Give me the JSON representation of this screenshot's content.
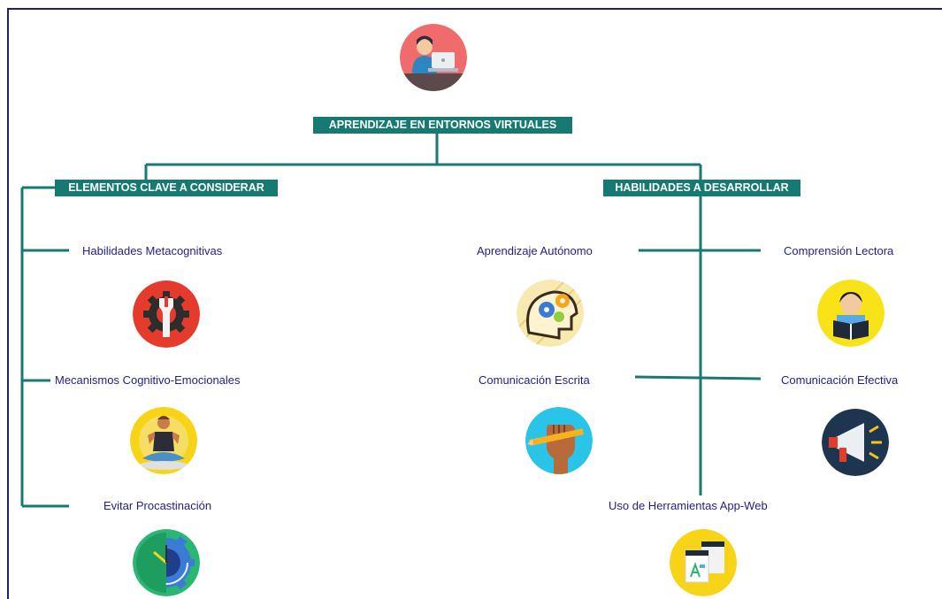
{
  "root": {
    "title": "APRENDIZAJE EN ENTORNOS VIRTUALES",
    "icon": "person-at-laptop-icon"
  },
  "left_branch": {
    "title": "ELEMENTOS CLAVE A CONSIDERAR",
    "items": [
      {
        "label": "Habilidades Metacognitivas",
        "icon": "gear-wrench-icon"
      },
      {
        "label": "Mecanismos Cognitivo-Emocionales",
        "icon": "meditating-person-icon"
      },
      {
        "label": "Evitar Procastinación",
        "icon": "clock-gear-icon"
      }
    ]
  },
  "right_branch": {
    "title": "HABILIDADES A DESARROLLAR",
    "items": [
      {
        "label": "Aprendizaje Autónomo",
        "icon": "head-gears-icon"
      },
      {
        "label": "Comprensión Lectora",
        "icon": "student-reading-icon"
      },
      {
        "label": "Comunicación Escrita",
        "icon": "fist-pencil-icon"
      },
      {
        "label": "Comunicación Efectiva",
        "icon": "megaphone-icon"
      },
      {
        "label": "Uso de Herramientas App-Web",
        "icon": "app-windows-icon"
      }
    ]
  },
  "colors": {
    "header_bg": "#167a73",
    "header_text": "#ffffff",
    "connector": "#167a73",
    "label_text": "#1f1f8a",
    "frame_border": "#1f1f6e"
  }
}
